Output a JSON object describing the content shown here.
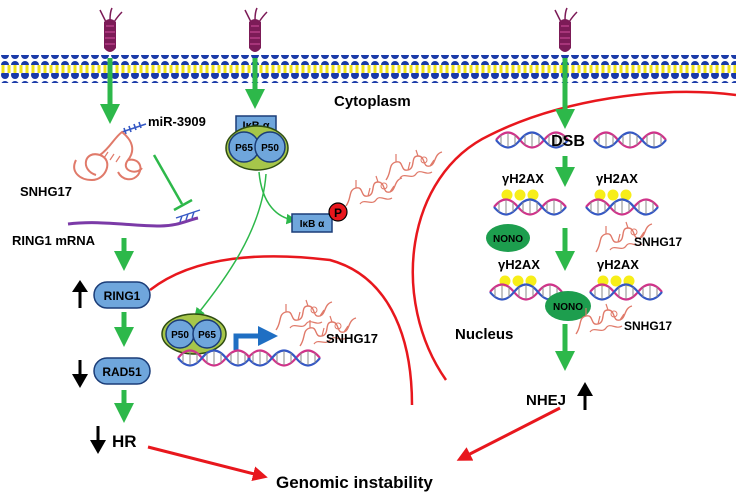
{
  "labels": {
    "cytoplasm": "Cytoplasm",
    "nucleus": "Nucleus",
    "mir": "miR-3909",
    "snhg17_left": "SNHG17",
    "ring1_mrna": "RING1 mRNA",
    "ring1": "RING1",
    "rad51": "RAD51",
    "hr": "HR",
    "genomic": "Genomic instability",
    "ikb": "IκB α",
    "ikb_small": "IκB α",
    "p_badge": "P",
    "p65_top": "P65",
    "p50_top": "P50",
    "p50_bottom": "P50",
    "p65_bottom": "P65",
    "snhg17_center": "SNHG17",
    "dsb": "DSB",
    "gh2ax_1": "γH2AX",
    "gh2ax_2": "γH2AX",
    "gh2ax_3": "γH2AX",
    "gh2ax_4": "γH2AX",
    "nono_1": "NONO",
    "nono_2": "NONO",
    "snhg17_right_1": "SNHG17",
    "snhg17_right_2": "SNHG17",
    "nhej": "NHEJ"
  },
  "colors": {
    "green_arrow": "#2db84a",
    "red_arrow": "#e8171d",
    "membrane_blue": "#1a3aa8",
    "membrane_yellow": "#f1e21a",
    "receptor": "#7c1b57",
    "protein_blue": "#6fa6dc",
    "nono_green": "#1d9e4e",
    "rna_salmon": "#e07a6a",
    "mrna_purple": "#7b3aa7",
    "dna_pink": "#d0338a",
    "dna_blue": "#3558c4",
    "h2ax_yellow": "#f7ee19",
    "transcription_arrow": "#1f6fc3"
  }
}
